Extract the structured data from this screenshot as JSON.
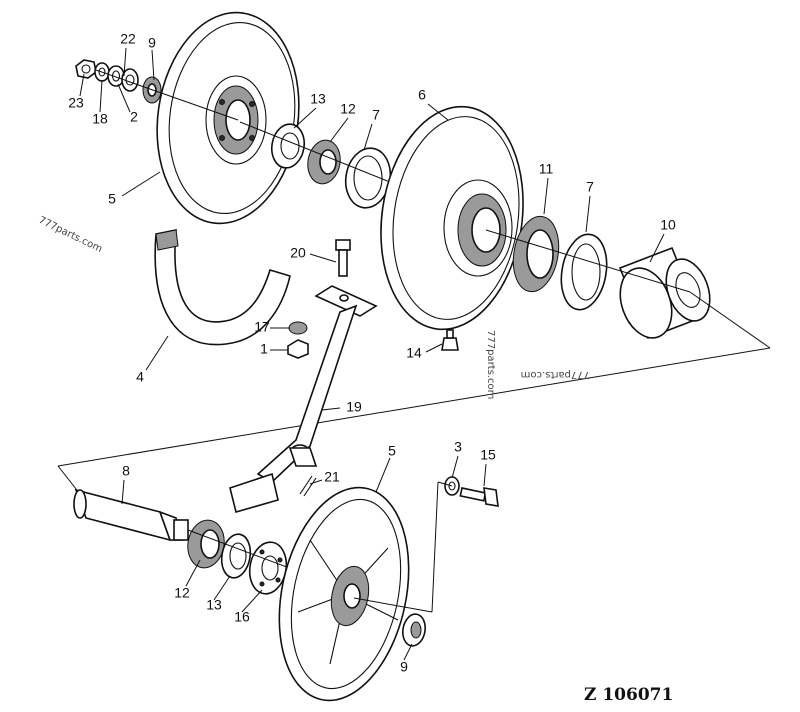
{
  "figure": {
    "drawing_number": "Z 106071",
    "watermarks": [
      "777parts.com",
      "777parts.com",
      "777parts.com"
    ]
  },
  "callouts": [
    {
      "id": "c-22a",
      "text": "22"
    },
    {
      "id": "c-9a",
      "text": "9"
    },
    {
      "id": "c-23",
      "text": "23"
    },
    {
      "id": "c-18",
      "text": "18"
    },
    {
      "id": "c-2",
      "text": "2"
    },
    {
      "id": "c-5a",
      "text": "5"
    },
    {
      "id": "c-13a",
      "text": "13"
    },
    {
      "id": "c-12a",
      "text": "12"
    },
    {
      "id": "c-7a",
      "text": "7"
    },
    {
      "id": "c-6",
      "text": "6"
    },
    {
      "id": "c-11",
      "text": "11"
    },
    {
      "id": "c-7b",
      "text": "7"
    },
    {
      "id": "c-10",
      "text": "10"
    },
    {
      "id": "c-20",
      "text": "20"
    },
    {
      "id": "c-17",
      "text": "17"
    },
    {
      "id": "c-1",
      "text": "1"
    },
    {
      "id": "c-4",
      "text": "4"
    },
    {
      "id": "c-14",
      "text": "14"
    },
    {
      "id": "c-19",
      "text": "19"
    },
    {
      "id": "c-8",
      "text": "8"
    },
    {
      "id": "c-21",
      "text": "21"
    },
    {
      "id": "c-5b",
      "text": "5"
    },
    {
      "id": "c-3",
      "text": "3"
    },
    {
      "id": "c-15",
      "text": "15"
    },
    {
      "id": "c-12b",
      "text": "12"
    },
    {
      "id": "c-13b",
      "text": "13"
    },
    {
      "id": "c-16",
      "text": "16"
    },
    {
      "id": "c-9b",
      "text": "9"
    }
  ]
}
